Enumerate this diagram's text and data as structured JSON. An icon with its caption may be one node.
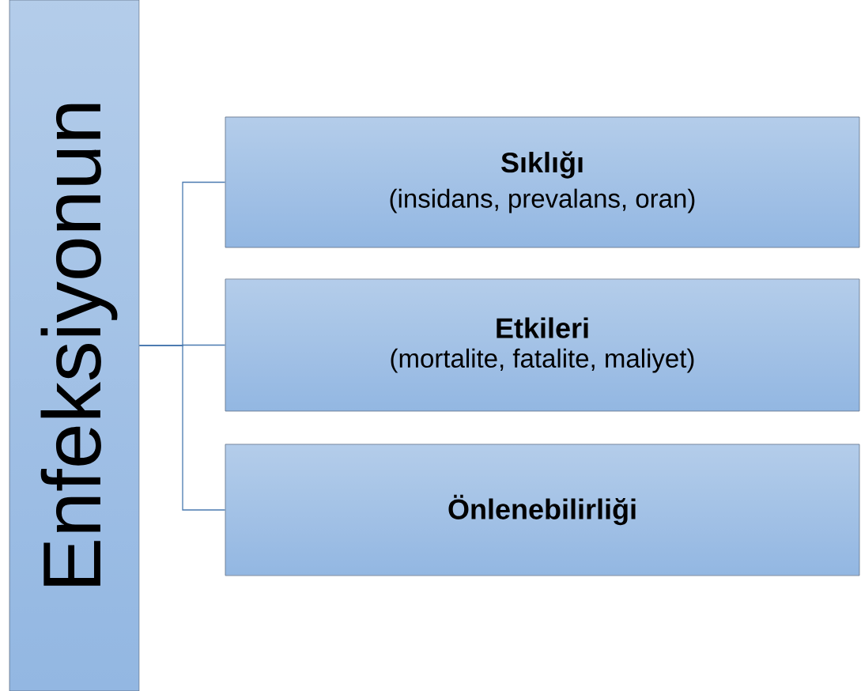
{
  "diagram": {
    "nodes": [
      {
        "text": [
          "Enfeksiyonun"
        ]
      },
      {
        "text": [
          "Sıklığı",
          "(insidans, prevalans, oran)"
        ]
      },
      {
        "text": [
          "Etkileri",
          "(mortalite, fatalite, maliyet)"
        ]
      },
      {
        "text": [
          "Önlenebilirliği"
        ]
      }
    ],
    "edges": [
      {
        "from": 0,
        "to": 1,
        "arrow": "none"
      },
      {
        "from": 0,
        "to": 2,
        "arrow": "none"
      },
      {
        "from": 0,
        "to": 3,
        "arrow": "none"
      }
    ]
  }
}
